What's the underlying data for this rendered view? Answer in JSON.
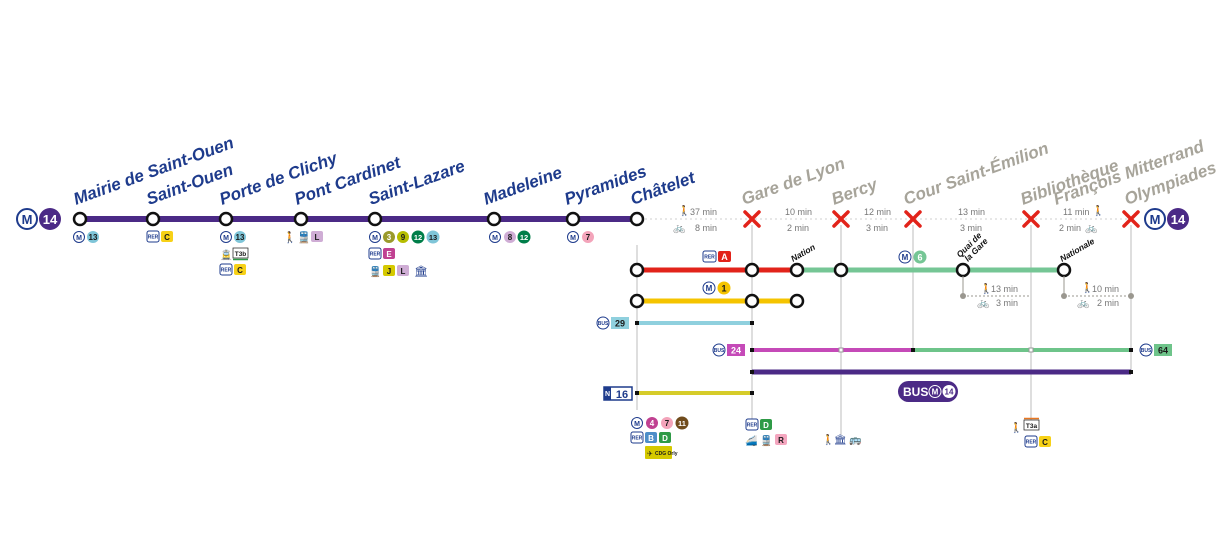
{
  "line": {
    "number": "14",
    "color": "#4b2a86",
    "metro_letter": "M"
  },
  "open_stations": [
    {
      "name": "Mairie de Saint-Ouen"
    },
    {
      "name": "Saint-Ouen"
    },
    {
      "name": "Porte de Clichy"
    },
    {
      "name": "Pont Cardinet"
    },
    {
      "name": "Saint-Lazare"
    },
    {
      "name": "Madeleine"
    },
    {
      "name": "Pyramides"
    },
    {
      "name": "Châtelet"
    }
  ],
  "closed_stations": [
    {
      "name": "Gare de Lyon"
    },
    {
      "name": "Bercy"
    },
    {
      "name": "Cour Saint-Émilion"
    },
    {
      "name": "Bibliothèque François Mitterrand",
      "line1": "Bibliothèque",
      "line2": "François Mitterrand"
    },
    {
      "name": "Olympiades"
    }
  ],
  "travel_times": [
    {
      "walk": "37 min",
      "bike": "8 min"
    },
    {
      "walk": "10 min",
      "bike": "2 min"
    },
    {
      "walk": "12 min",
      "bike": "3 min"
    },
    {
      "walk": "13 min",
      "bike": "3 min"
    },
    {
      "walk": "11 min",
      "bike": "2 min"
    }
  ],
  "branch_stations": {
    "nation": "Nation",
    "quai_de_la_gare_line1": "Quai de",
    "quai_de_la_gare_line2": "la Gare",
    "nationale": "Nationale"
  },
  "branch_times": [
    {
      "walk": "13 min",
      "bike": "3 min"
    },
    {
      "walk": "10 min",
      "bike": "2 min"
    }
  ],
  "lines": {
    "rer_a": {
      "label": "A",
      "color": "#e2231a"
    },
    "metro_1": {
      "label": "1",
      "color": "#f5c400"
    },
    "metro_6": {
      "label": "6",
      "color": "#75c695"
    },
    "bus_29": {
      "label": "29",
      "color": "#8fd0de"
    },
    "bus_24": {
      "label": "24",
      "color": "#c54ab8"
    },
    "bus_64": {
      "label": "64",
      "color": "#6ec48a"
    },
    "noctilien_16": {
      "prefix": "N",
      "label": "16",
      "color": "#d6cc2a"
    }
  },
  "replacement_bus": {
    "label": "BUS",
    "line": "14"
  },
  "corr": {
    "saint_ouen_metro": "13",
    "saint_ouen_rer": "C",
    "porte_metro": "13",
    "porte_tram": "T3b",
    "porte_rer": "C",
    "pont_train": "L",
    "lazare_metro": [
      "3",
      "9",
      "12",
      "13"
    ],
    "lazare_rer": "E",
    "lazare_train": [
      "J",
      "L"
    ],
    "madeleine_metro": [
      "8",
      "12"
    ],
    "pyramides_metro": "7",
    "chatelet_metro": [
      "4",
      "7",
      "11"
    ],
    "chatelet_rer": [
      "B",
      "D"
    ],
    "chatelet_cdg": "CDG Orly",
    "gare_lyon_rer": "D",
    "gare_lyon_train": "R",
    "bfm_tram": "T3a",
    "bfm_rer": "C"
  },
  "colors": {
    "metro_blue": "#1e3b8c",
    "closed_grey": "#a7a49a",
    "closed_cross": "#e2231a",
    "m3": "#9a9a2b",
    "m4": "#c04191",
    "m7": "#f3a4ba",
    "m8": "#cfadd5",
    "m9": "#b6bd00",
    "m11": "#704b1c",
    "m12": "#007e49",
    "m13": "#7fc5d8",
    "rer_b": "#4d8ec8",
    "rer_c": "#f7d117",
    "rer_d": "#2e9a46",
    "rer_e": "#c04191",
    "tram_l": "#cfadd5",
    "tram_j": "#d5c900",
    "tram_r": "#f4a6bf"
  }
}
